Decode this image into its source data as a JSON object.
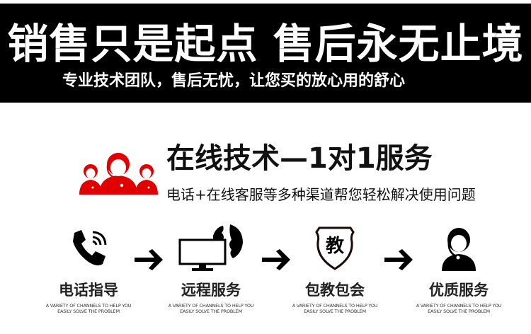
{
  "banner": {
    "title": "销售只是起点 售后永无止境",
    "subtitle": "专业技术团队，售后无忧，让您买的放心用的舒心",
    "background": "#000000",
    "text_color": "#ffffff"
  },
  "service": {
    "icon": "customer-support-team-icon",
    "icon_color": "#e00000",
    "title": "在线技术—1对1服务",
    "subtitle": "电话+在线客服等多种渠道帮您轻松解决使用问题"
  },
  "steps": [
    {
      "icon": "phone-icon",
      "label": "电话指导",
      "caption": "A VARIETY OF CHANNELS TO HELP YOU\nEASILY SOLVE THE PROBLEM"
    },
    {
      "icon": "remote-monitor-globe-icon",
      "label": "远程服务",
      "caption": "A VARIETY OF CHANNELS TO HELP YOU\nEASILY SOLVE THE PROBLEM"
    },
    {
      "icon": "teach-shield-icon",
      "icon_text": "教",
      "label": "包教包会",
      "caption": "A VARIETY OF CHANNELS TO HELP YOU\nEASILY SOLVE THE PROBLEM"
    },
    {
      "icon": "support-agent-icon",
      "label": "优质服务",
      "caption": "A VARIETY OF CHANNELS TO HELP YOU\nEASILY SOLVE THE PROBLEM"
    }
  ],
  "arrows": [
    "arrow-right-icon",
    "arrow-right-icon",
    "arrow-right-icon"
  ]
}
